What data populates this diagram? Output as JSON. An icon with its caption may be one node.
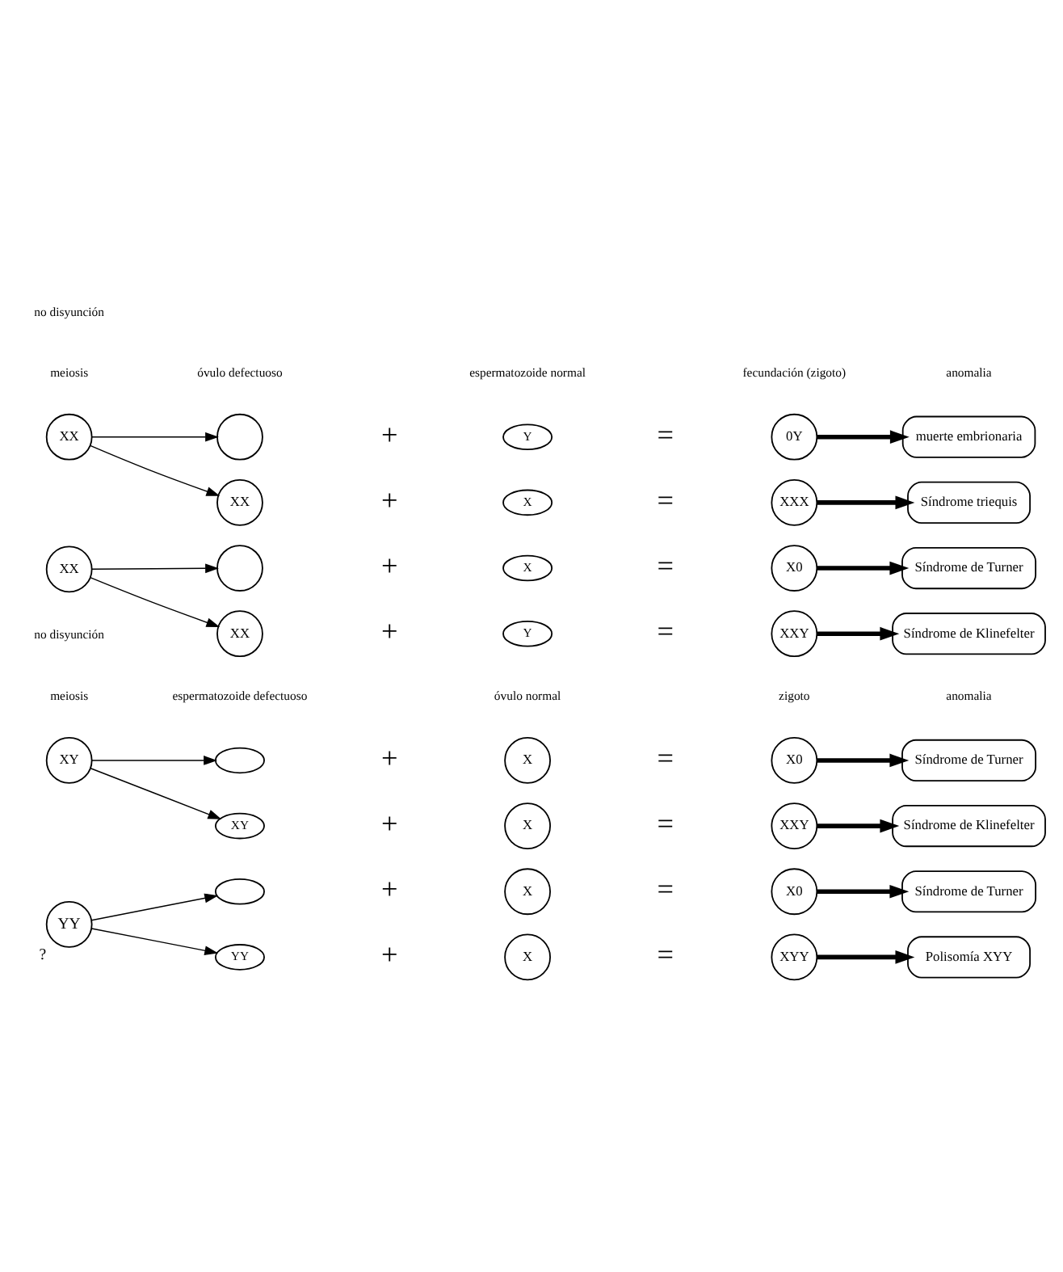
{
  "diagram": {
    "nodes": [
      {
        "text": [
          "XX"
        ]
      },
      {
        "text": [
          "XX"
        ]
      },
      {
        "text": [
          "X"
        ]
      },
      {
        "text": [
          "XXX"
        ]
      },
      {
        "text": [
          "Síndrome triequis"
        ]
      },
      {
        "text": [],
        "shape": "circle"
      },
      {
        "text": [
          "Y"
        ]
      },
      {
        "text": [
          "0Y"
        ]
      },
      {
        "text": [
          "muerte embrionaria"
        ]
      },
      {
        "text": [
          "XX"
        ]
      },
      {
        "text": [
          "XX"
        ]
      },
      {
        "text": [
          "Y"
        ]
      },
      {
        "text": [
          "XXY"
        ]
      },
      {
        "text": [
          "Síndrome de Klinefelter"
        ]
      },
      {
        "text": [],
        "shape": "circle"
      },
      {
        "text": [
          "X"
        ]
      },
      {
        "text": [
          "X0"
        ]
      },
      {
        "text": [
          "Síndrome de Turner"
        ]
      },
      {
        "text": [
          "XY"
        ]
      },
      {
        "text": [
          "XY"
        ]
      },
      {
        "text": [
          "X"
        ]
      },
      {
        "text": [
          "XXY"
        ]
      },
      {
        "text": [
          "Síndrome de Klinefelter"
        ]
      },
      {
        "text": [],
        "shape": "ellipse"
      },
      {
        "text": [
          "X"
        ]
      },
      {
        "text": [
          "X0"
        ]
      },
      {
        "text": [
          "Síndrome de Turner"
        ]
      },
      {
        "text": [
          "YY"
        ],
        "beside": [
          "?"
        ]
      },
      {
        "text": [
          "YY"
        ]
      },
      {
        "text": [
          "X"
        ]
      },
      {
        "text": [
          "XYY"
        ]
      },
      {
        "text": [
          "Polisomía XYY"
        ]
      },
      {
        "text": [],
        "shape": "ellipse"
      },
      {
        "text": [
          "X"
        ]
      },
      {
        "text": [
          "X0"
        ]
      },
      {
        "text": [
          "Síndrome de Turner"
        ]
      }
    ],
    "edges": [
      {
        "from": 0,
        "to": 1,
        "arrow": "to"
      },
      {
        "from": 0,
        "to": 5,
        "arrow": "to"
      },
      {
        "from": 3,
        "to": 4,
        "arrow": "to",
        "style": "thick"
      },
      {
        "from": 7,
        "to": 8,
        "arrow": "to",
        "style": "thick"
      },
      {
        "from": 9,
        "to": 10,
        "arrow": "to"
      },
      {
        "from": 9,
        "to": 14,
        "arrow": "to"
      },
      {
        "from": 12,
        "to": 13,
        "arrow": "to",
        "style": "thick"
      },
      {
        "from": 16,
        "to": 17,
        "arrow": "to",
        "style": "thick"
      },
      {
        "from": 18,
        "to": 19,
        "arrow": "to"
      },
      {
        "from": 18,
        "to": 23,
        "arrow": "to"
      },
      {
        "from": 21,
        "to": 22,
        "arrow": "to",
        "style": "thick"
      },
      {
        "from": 25,
        "to": 26,
        "arrow": "to",
        "style": "thick"
      },
      {
        "from": 27,
        "to": 28,
        "arrow": "to"
      },
      {
        "from": 27,
        "to": 32,
        "arrow": "to"
      },
      {
        "from": 30,
        "to": 31,
        "arrow": "to",
        "style": "thick"
      },
      {
        "from": 34,
        "to": 35,
        "arrow": "to",
        "style": "thick"
      }
    ],
    "labels": [
      "meiosis",
      "óvulo defectuoso",
      "espermatozoide normal",
      "fecundación (zigoto)",
      "anomalia",
      "no disyunción",
      "+",
      "=",
      "+",
      "=",
      "+",
      "=",
      "+",
      "=",
      "meiosis",
      "espermatozoide defectuoso",
      "óvulo normal",
      "zigoto",
      "anomalia",
      "no disyunción",
      "+",
      "=",
      "+",
      "=",
      "+",
      "=",
      "+",
      "="
    ]
  }
}
